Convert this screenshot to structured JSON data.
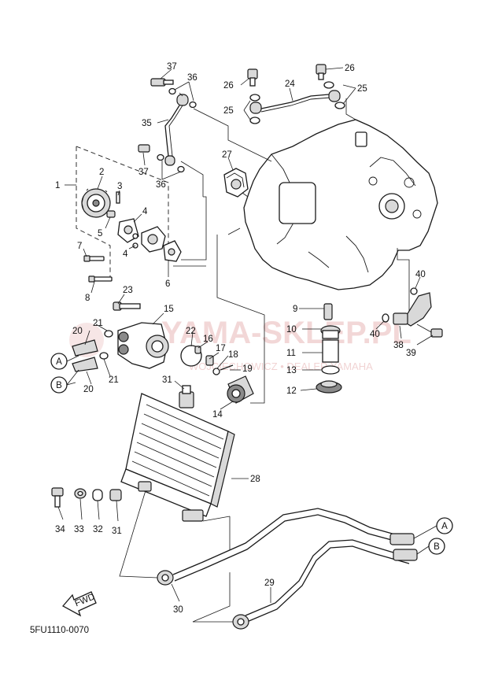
{
  "diagram_code": "5FU1110-0070",
  "watermark": {
    "main": "YAMA-SKLEP.PL",
    "sub": "WOJCIECHOWICZ • DEALER YAMAHA"
  },
  "direction_label": "FWD",
  "connectors": {
    "a": "A",
    "b": "B"
  },
  "callouts": {
    "c1": "1",
    "c2": "2",
    "c3": "3",
    "c4a": "4",
    "c4b": "4",
    "c5": "5",
    "c6": "6",
    "c7": "7",
    "c8": "8",
    "c9": "9",
    "c10": "10",
    "c11": "11",
    "c12": "12",
    "c13": "13",
    "c14": "14",
    "c15": "15",
    "c16": "16",
    "c17": "17",
    "c18": "18",
    "c19": "19",
    "c20a": "20",
    "c20b": "20",
    "c21a": "21",
    "c21b": "21",
    "c22": "22",
    "c23": "23",
    "c24": "24",
    "c25a": "25",
    "c25b": "25",
    "c26a": "26",
    "c26b": "26",
    "c27": "27",
    "c28": "28",
    "c29": "29",
    "c30": "30",
    "c31a": "31",
    "c31b": "31",
    "c32": "32",
    "c33": "33",
    "c34": "34",
    "c35": "35",
    "c36a": "36",
    "c36b": "36",
    "c37a": "37",
    "c37b": "37",
    "c38": "38",
    "c39": "39",
    "c40a": "40",
    "c40b": "40"
  }
}
